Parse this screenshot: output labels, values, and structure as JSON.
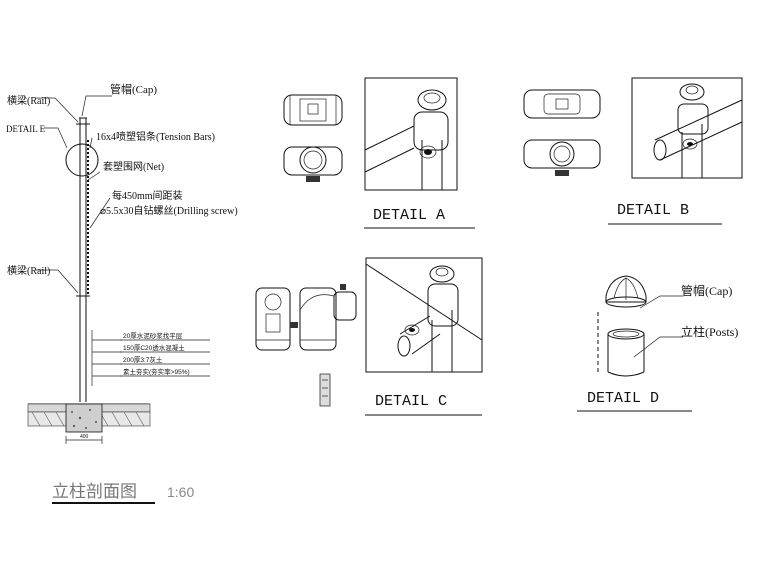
{
  "section": {
    "rail_top_label": "横梁(Rail)",
    "cap_label": "管帽(Cap)",
    "detail_e_label": "DETAIL E",
    "tension_bars_label": "16x4喷塑铝条(Tension Bars)",
    "net_label": "套塑围网(Net)",
    "spacing_label": "每450mm间距装",
    "screw_label": "⌀5.5x30自钻螺丝(Drilling screw)",
    "rail_bottom_label": "横梁(Rail)",
    "layers": [
      "20厚水泥砂浆找平层",
      "150厚C20透水混凝土",
      "200厚3:7灰土",
      "素土夯实(夯实率>95%)"
    ],
    "footing_dim": "400",
    "title": "立柱剖面图",
    "scale": "1:60"
  },
  "details": {
    "a": {
      "label": "DETAIL A"
    },
    "b": {
      "label": "DETAIL B"
    },
    "c": {
      "label": "DETAIL C"
    },
    "d": {
      "label": "DETAIL D",
      "cap_label": "管帽(Cap)",
      "posts_label": "立柱(Posts)"
    }
  }
}
